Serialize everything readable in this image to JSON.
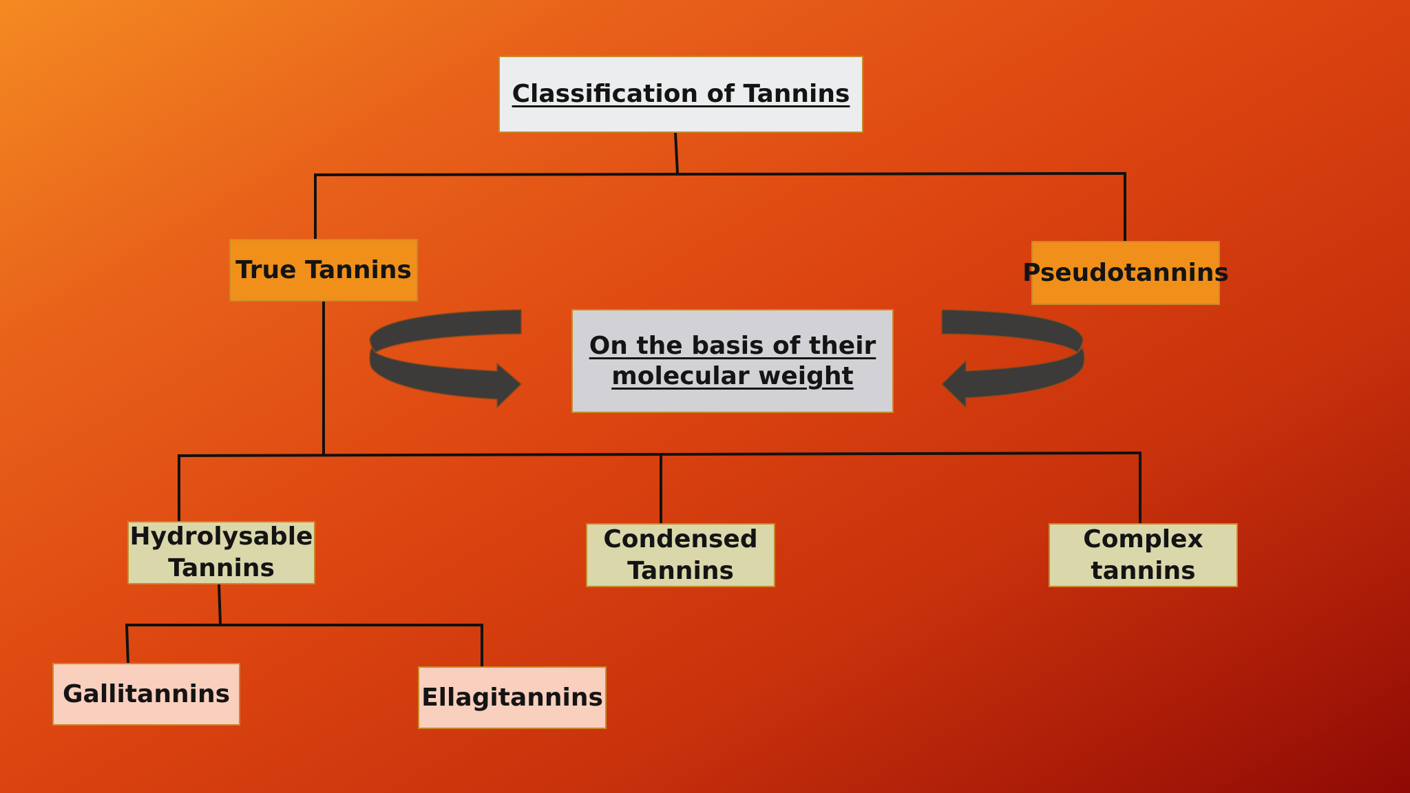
{
  "diagram": {
    "title": "Classification of Tannins",
    "level1": {
      "true_tannins": "True Tannins",
      "pseudotannins": "Pseudotannins"
    },
    "basis": {
      "line1": "On the basis of their",
      "line2": "molecular weight"
    },
    "level2": {
      "hydrolysable": {
        "line1": "Hydrolysable",
        "line2": "Tannins"
      },
      "condensed": {
        "line1": "Condensed",
        "line2": "Tannins"
      },
      "complex": {
        "line1": "Complex",
        "line2": "tannins"
      }
    },
    "level3": {
      "gallitannins": "Gallitannins",
      "ellagitannins": "Ellagitannins"
    }
  },
  "colors": {
    "title_box": "#ecedee",
    "level1_box": "#f0901a",
    "basis_box": "#d2d1d6",
    "level2_box": "#dad7ab",
    "level3_box": "#f9cfbd",
    "connector": "#111111",
    "arrow": "#3d3a3a"
  },
  "icons": [
    "curved-arrow-left-icon",
    "curved-arrow-right-icon"
  ]
}
